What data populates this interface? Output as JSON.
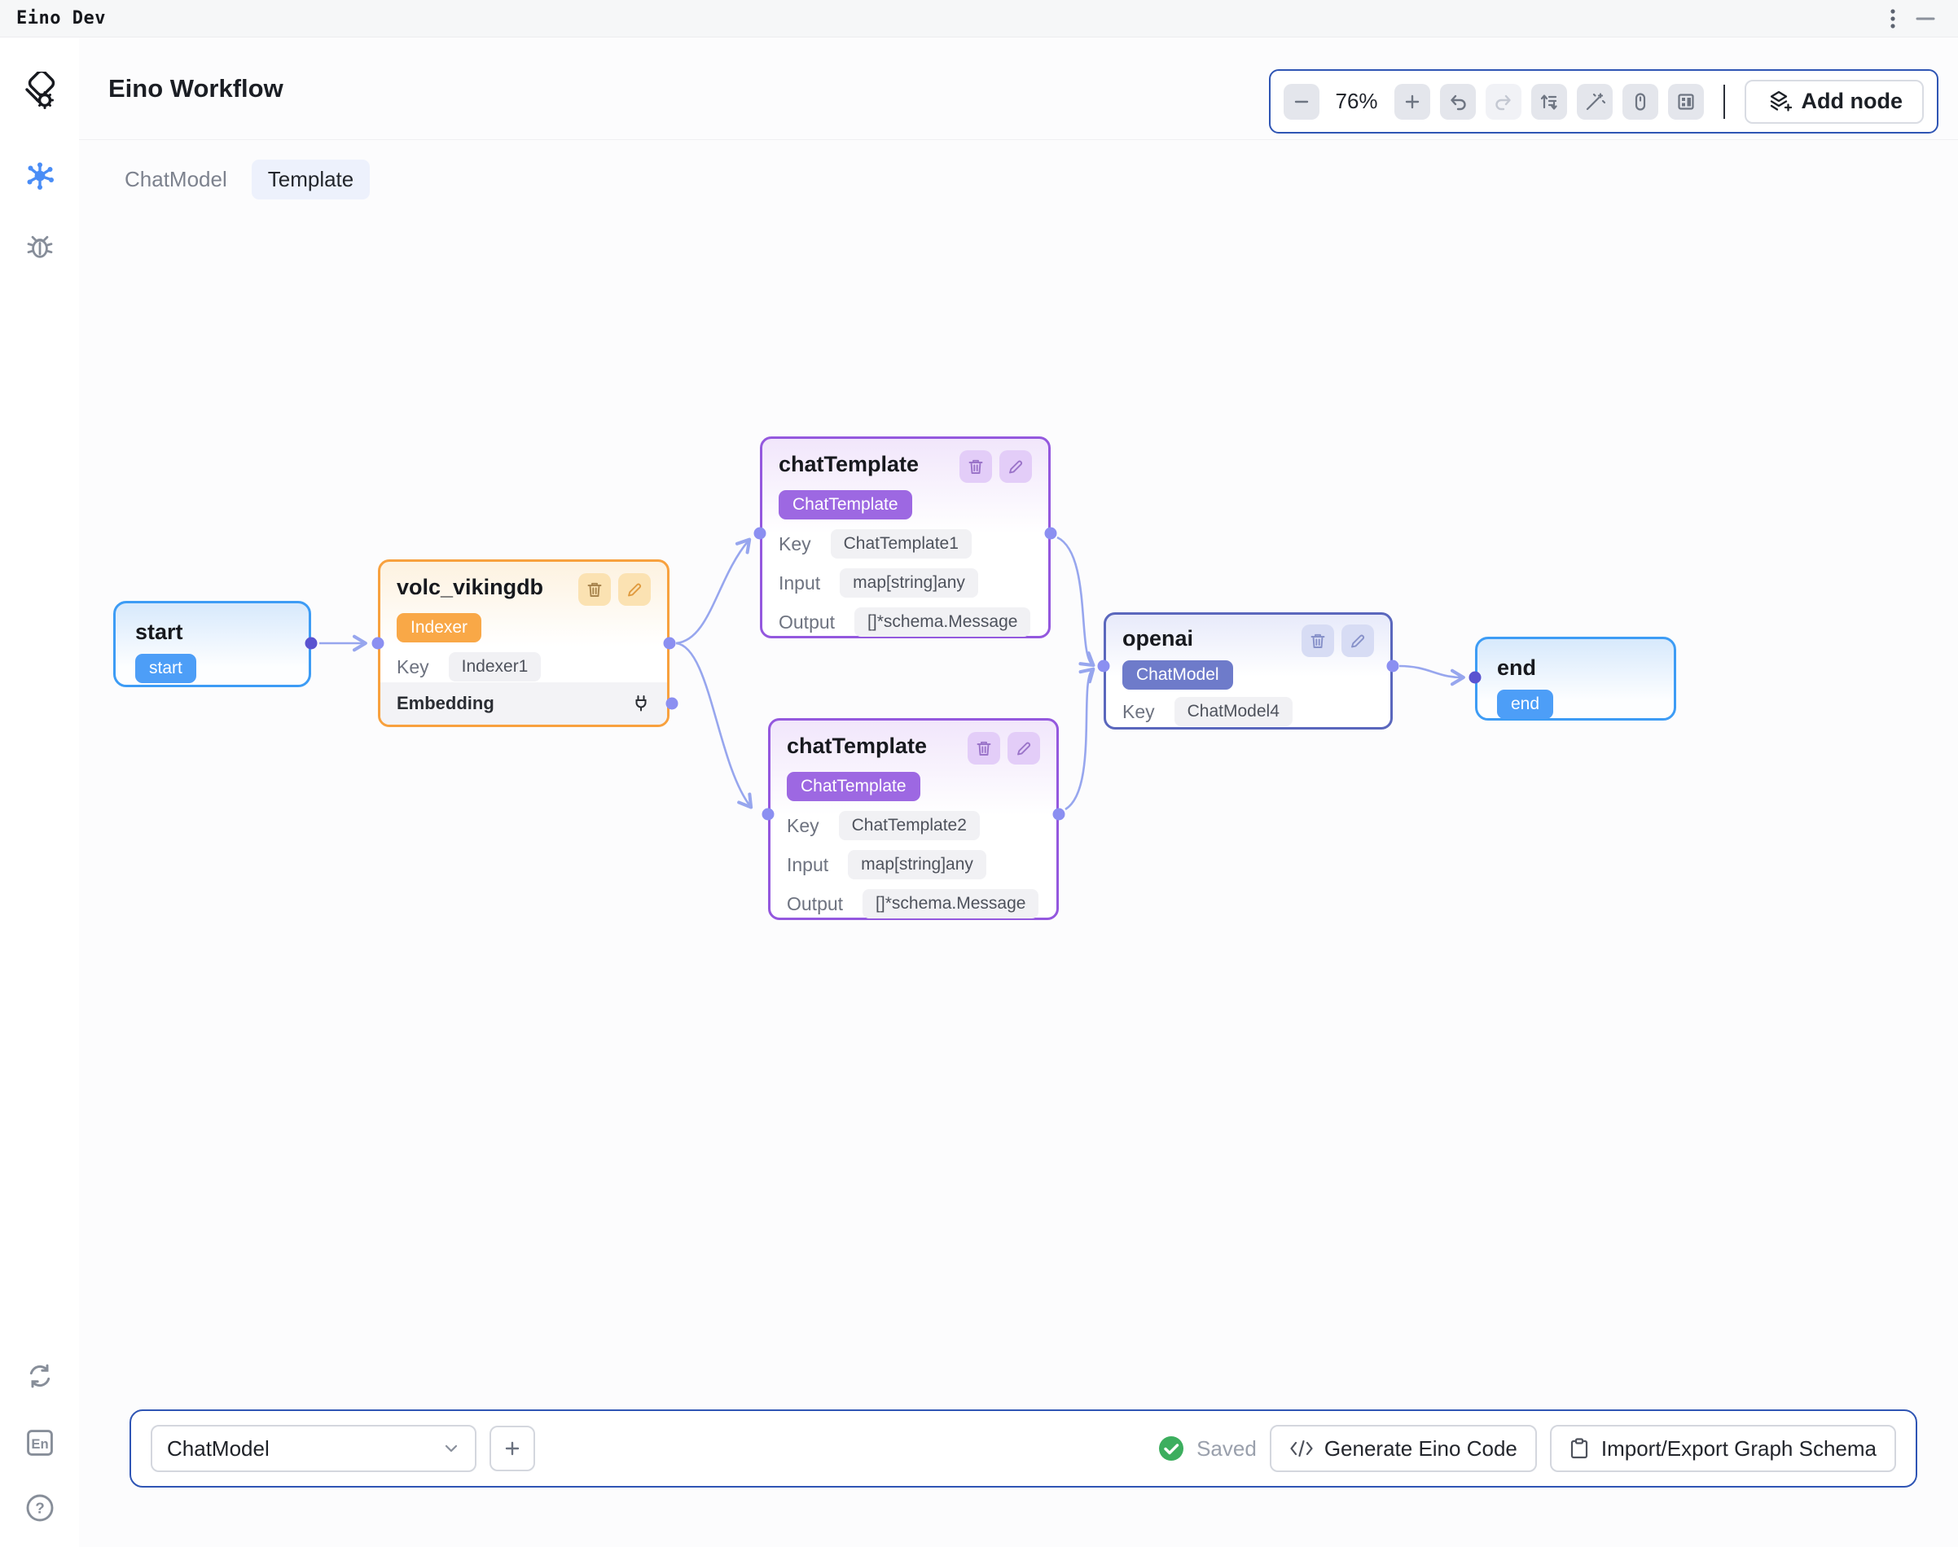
{
  "topbar": {
    "title": "Eino Dev"
  },
  "header": {
    "title": "Eino Workflow"
  },
  "tabs": [
    {
      "label": "ChatModel",
      "active": false
    },
    {
      "label": "Template",
      "active": true
    }
  ],
  "toolbar": {
    "zoom_level": "76%",
    "add_node_label": "Add node",
    "icons": [
      "zoom-out",
      "zoom-in",
      "undo",
      "redo",
      "auto-layout",
      "magic-wand",
      "mouse-mode",
      "minimap",
      "add-node-layers"
    ]
  },
  "sidebar": {
    "icons": [
      "eino-logo",
      "workflow-graph",
      "debug-bug",
      "refresh",
      "language-en",
      "help"
    ]
  },
  "canvas": {
    "nodes": {
      "start": {
        "title": "start",
        "badge": "start"
      },
      "volc": {
        "title": "volc_vikingdb",
        "badge": "Indexer",
        "rows": [
          {
            "label": "Key",
            "value": "Indexer1"
          }
        ],
        "section": {
          "label": "Embedding"
        }
      },
      "ct1": {
        "title": "chatTemplate",
        "badge": "ChatTemplate",
        "rows": [
          {
            "label": "Key",
            "value": "ChatTemplate1"
          },
          {
            "label": "Input",
            "value": "map[string]any"
          },
          {
            "label": "Output",
            "value": "[]*schema.Message"
          }
        ]
      },
      "ct2": {
        "title": "chatTemplate",
        "badge": "ChatTemplate",
        "rows": [
          {
            "label": "Key",
            "value": "ChatTemplate2"
          },
          {
            "label": "Input",
            "value": "map[string]any"
          },
          {
            "label": "Output",
            "value": "[]*schema.Message"
          }
        ]
      },
      "openai": {
        "title": "openai",
        "badge": "ChatModel",
        "rows": [
          {
            "label": "Key",
            "value": "ChatModel4"
          }
        ]
      },
      "end": {
        "title": "end",
        "badge": "end"
      }
    }
  },
  "bottombar": {
    "node_type_select": {
      "value": "ChatModel"
    },
    "status": "Saved",
    "generate_label": "Generate Eino Code",
    "import_export_label": "Import/Export Graph Schema"
  },
  "colors": {
    "accent_blue_border": "#2f55b4",
    "node_blue": "#3d9cf5",
    "node_orange": "#f8a13e",
    "node_purple": "#9458de",
    "node_indigo": "#5a67bd",
    "badge_blue": "#4d9ef7",
    "badge_orange": "#f9a847",
    "badge_violet": "#9d68e2",
    "badge_indigo": "#6e7bca",
    "edge": "#97a6ee",
    "port_light": "#8b8ff1",
    "port_dark": "#5a53d0",
    "saved_green": "#3cae5e"
  }
}
